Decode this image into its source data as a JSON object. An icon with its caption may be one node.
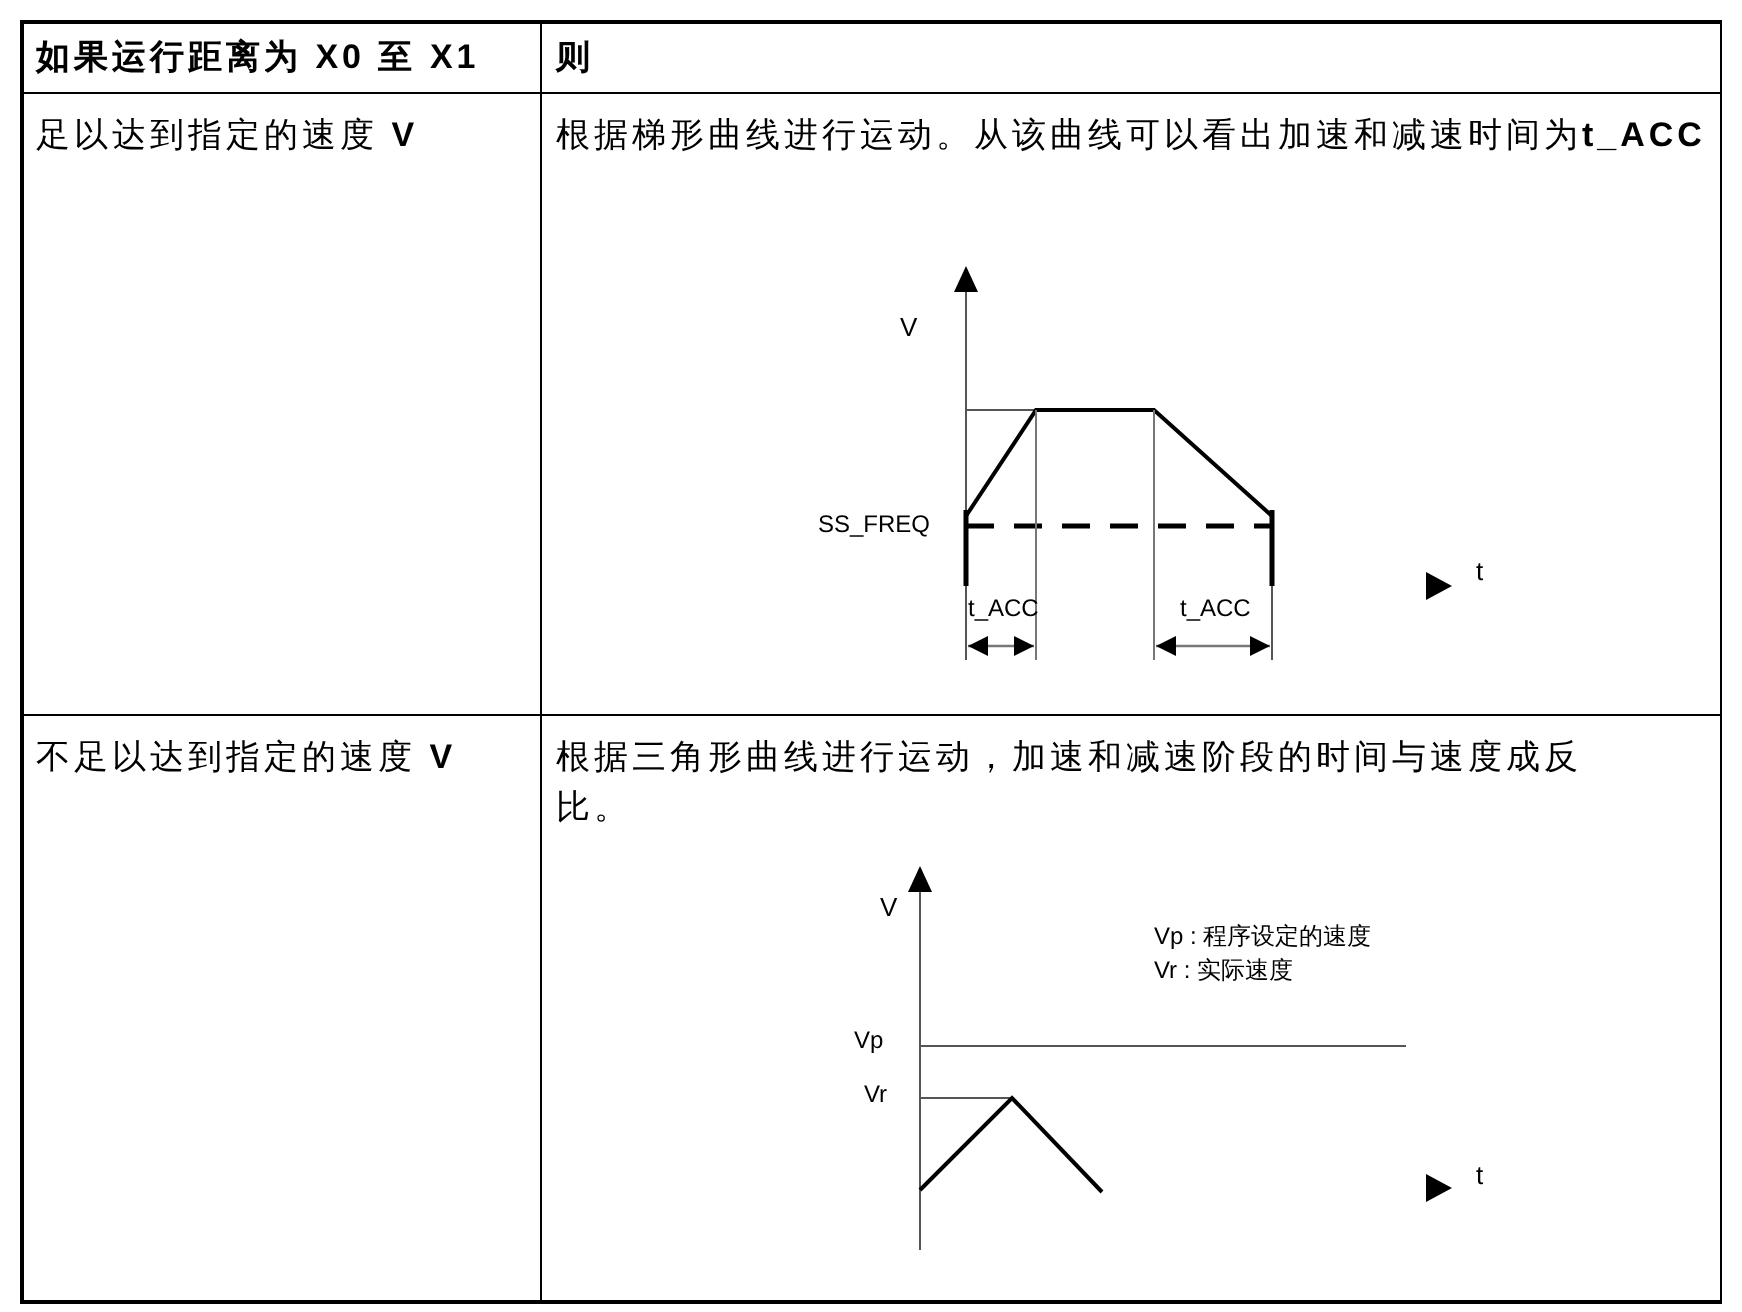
{
  "diagram": {
    "labels": [
      "如果运行距离为 X0 至 X1",
      "则",
      "足以达到指定的速度 **V**",
      "根据梯形曲线进行运动。从该曲线可以看出加速和减速时间为**t_ACC**",
      "V",
      "SS_FREQ",
      "t",
      "t_ACC",
      "t_ACC",
      "不足以达到指定的速度 **V**",
      "根据三角形曲线进行运动，加速和减速阶段的时间与速度成反比。",
      "V",
      "Vp : 程序设定的速度",
      "Vr : 实际速度",
      "Vp",
      "Vr",
      "t"
    ]
  }
}
